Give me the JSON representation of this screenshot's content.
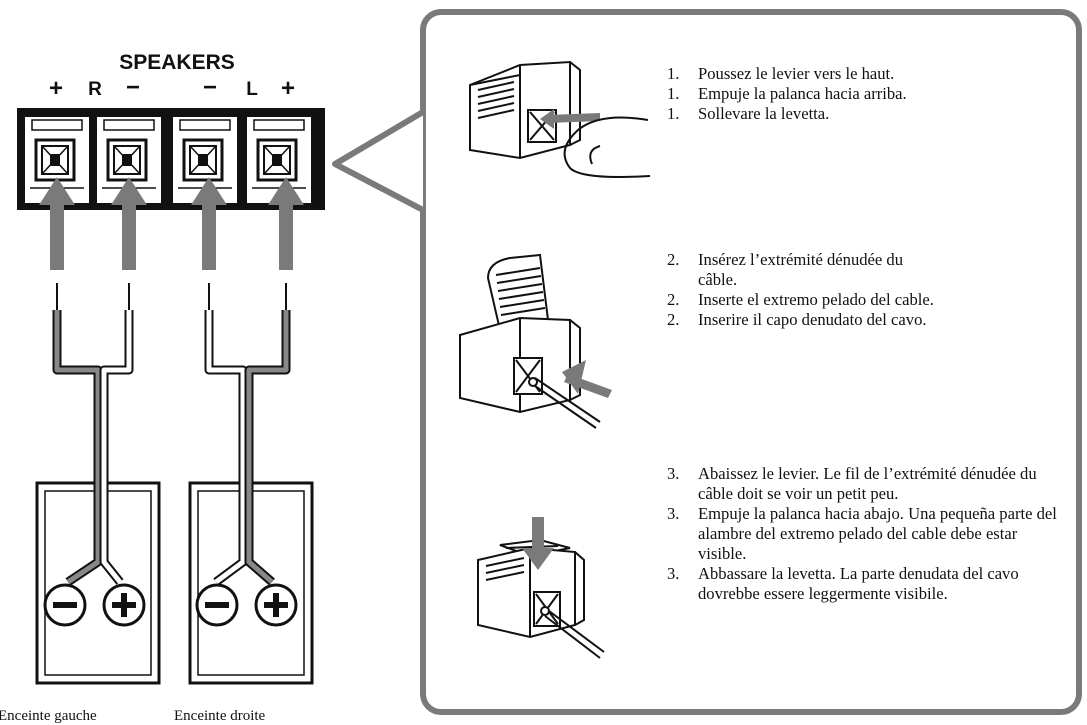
{
  "terminal": {
    "title": "SPEAKERS",
    "markers": {
      "right_plus": "+",
      "right_letter": "R",
      "right_minus": "−",
      "left_minus": "−",
      "left_letter": "L",
      "left_plus": "+"
    }
  },
  "speakers": [
    {
      "caption": "Enceinte gauche",
      "minus": "−",
      "plus": "+"
    },
    {
      "caption": "Enceinte droite",
      "minus": "−",
      "plus": "+"
    }
  ],
  "steps": [
    {
      "items": [
        {
          "num": "1.",
          "text": "Poussez le levier vers le haut."
        },
        {
          "num": "1.",
          "text": "Empuje la palanca hacia arriba."
        },
        {
          "num": "1.",
          "text": "Sollevare la levetta."
        }
      ]
    },
    {
      "items": [
        {
          "num": "2.",
          "text": "Insérez l’extrémité dénudée du câble."
        },
        {
          "num": "2.",
          "text": "Inserte el extremo pelado del cable."
        },
        {
          "num": "2.",
          "text": "Inserire il capo denudato del cavo."
        }
      ]
    },
    {
      "items": [
        {
          "num": "3.",
          "text": "Abaissez le levier. Le fil de l’extrémité dénudée du câble doit se voir un petit peu."
        },
        {
          "num": "3.",
          "text": "Empuje la palanca hacia abajo. Una pequeña parte del alambre del extremo pelado del cable debe estar visible."
        },
        {
          "num": "3.",
          "text": "Abbassare la levetta. La parte denudata del cavo dovrebbe essere leggermente visibile."
        }
      ]
    }
  ]
}
